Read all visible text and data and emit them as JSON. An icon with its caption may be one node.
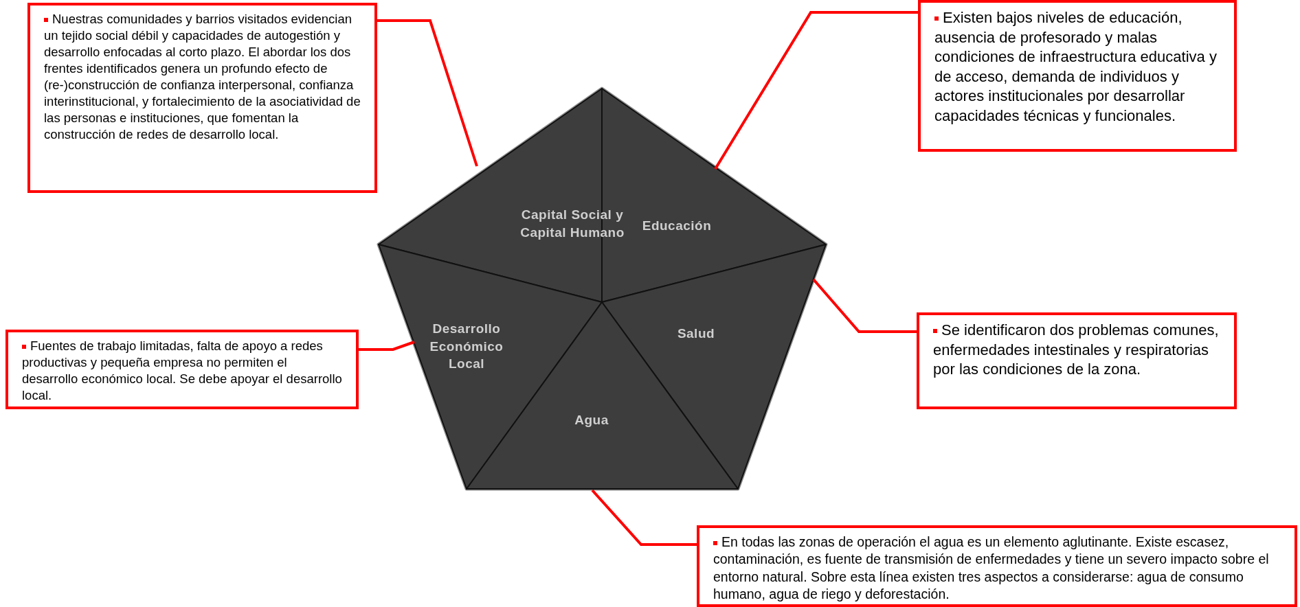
{
  "diagram": {
    "nodes": [
      {
        "text": [
          "Nuestras comunidades y barrios visitados evidencian un tejido social débil y capacidades de autogestión y desarrollo enfocadas al corto plazo. El abordar los dos frentes identificados genera un profundo efecto de (re-)construcción de confianza interpersonal, confianza interinstitucional, y fortalecimiento de la asociatividad de las personas e instituciones, que fomentan la construcción de redes de desarrollo local."
        ]
      },
      {
        "text": [
          "Existen bajos niveles de educación, ausencia de profesorado y malas condiciones de infraestructura educativa y de acceso, demanda de individuos y actores institucionales por desarrollar capacidades técnicas y funcionales."
        ]
      },
      {
        "text": [
          "Fuentes de trabajo limitadas, falta de apoyo a redes productivas y pequeña empresa no permiten el desarrollo económico local. Se debe apoyar el desarrollo local."
        ]
      },
      {
        "text": [
          "Se identificaron dos problemas comunes, enfermedades intestinales y respiratorias por las condiciones de la zona."
        ]
      },
      {
        "text": [
          "En todas las zonas de operación el agua es un elemento aglutinante. Existe escasez, contaminación, es fuente de transmisión de enfermedades y tiene un severo impacto sobre el entorno natural. Sobre esta línea existen tres aspectos a considerarse:  agua de consumo humano, agua de riego y deforestación."
        ]
      },
      {
        "text": [
          "Capital Social y Capital Humano"
        ]
      },
      {
        "text": [
          "Educación"
        ]
      },
      {
        "text": [
          "Desarrollo Económico Local"
        ]
      },
      {
        "text": [
          "Salud"
        ]
      },
      {
        "text": [
          "Agua"
        ]
      }
    ],
    "edges": [
      {
        "from": 0,
        "to": 5,
        "arrow": "none"
      },
      {
        "from": 1,
        "to": 6,
        "arrow": "none"
      },
      {
        "from": 2,
        "to": 7,
        "arrow": "none"
      },
      {
        "from": 3,
        "to": 8,
        "arrow": "none"
      },
      {
        "from": 4,
        "to": 9,
        "arrow": "none"
      }
    ]
  }
}
